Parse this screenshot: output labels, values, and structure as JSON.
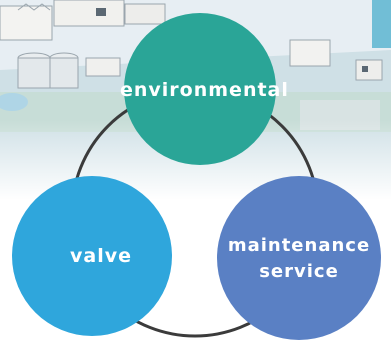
{
  "colors": {
    "environmental": "#2aa597",
    "valve": "#2fa6dc",
    "maintenance": "#5a80c4",
    "ring": "#3b3b3b"
  },
  "circles": {
    "environmental": {
      "label": "environmental"
    },
    "valve": {
      "label": "valve"
    },
    "maintenance": {
      "line1": "maintenance",
      "line2": "service"
    }
  }
}
